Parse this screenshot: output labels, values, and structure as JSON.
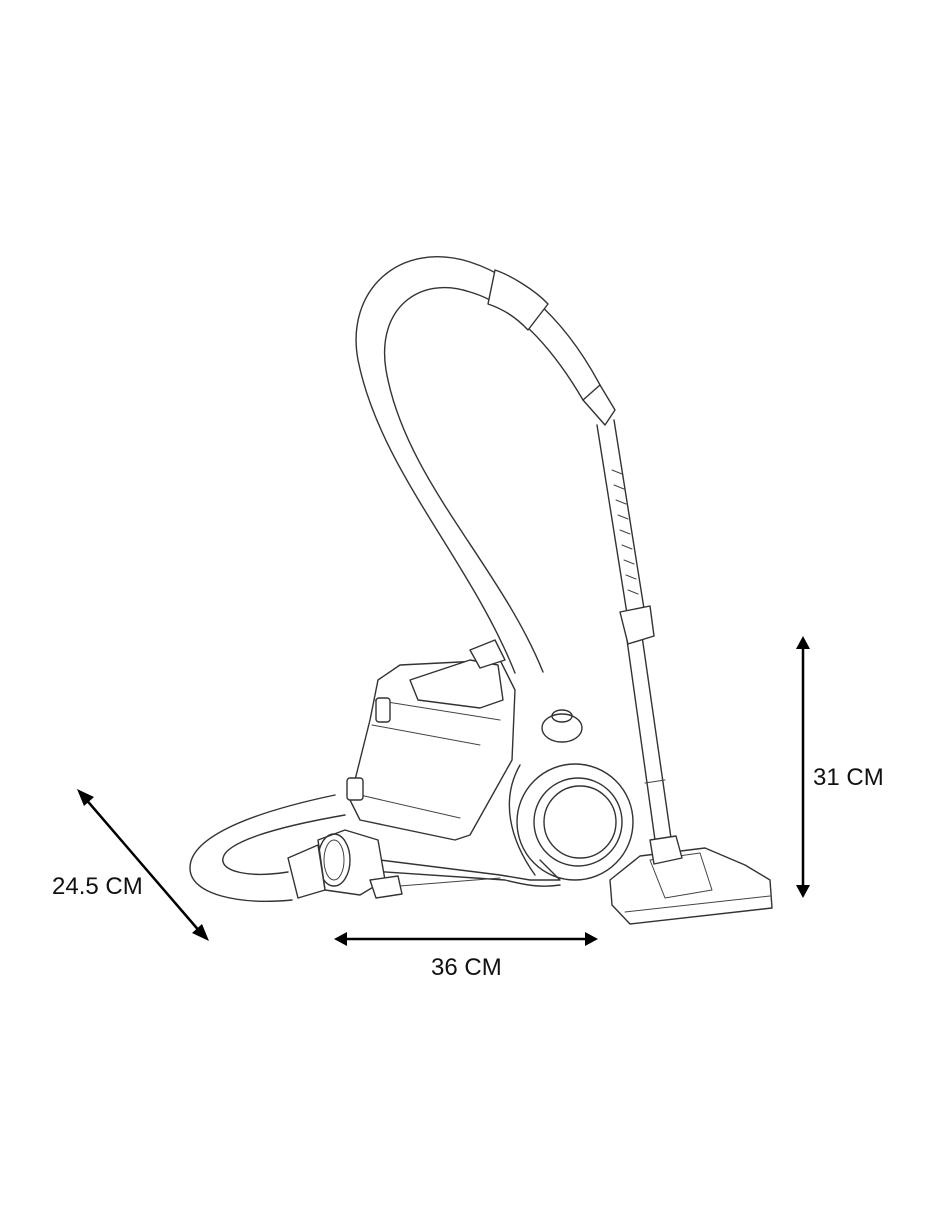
{
  "dimensions": {
    "depth": "24.5 CM",
    "width": "36 CM",
    "height": "31 CM"
  },
  "colors": {
    "line": "#333333",
    "arrow": "#000000",
    "background": "#ffffff"
  }
}
